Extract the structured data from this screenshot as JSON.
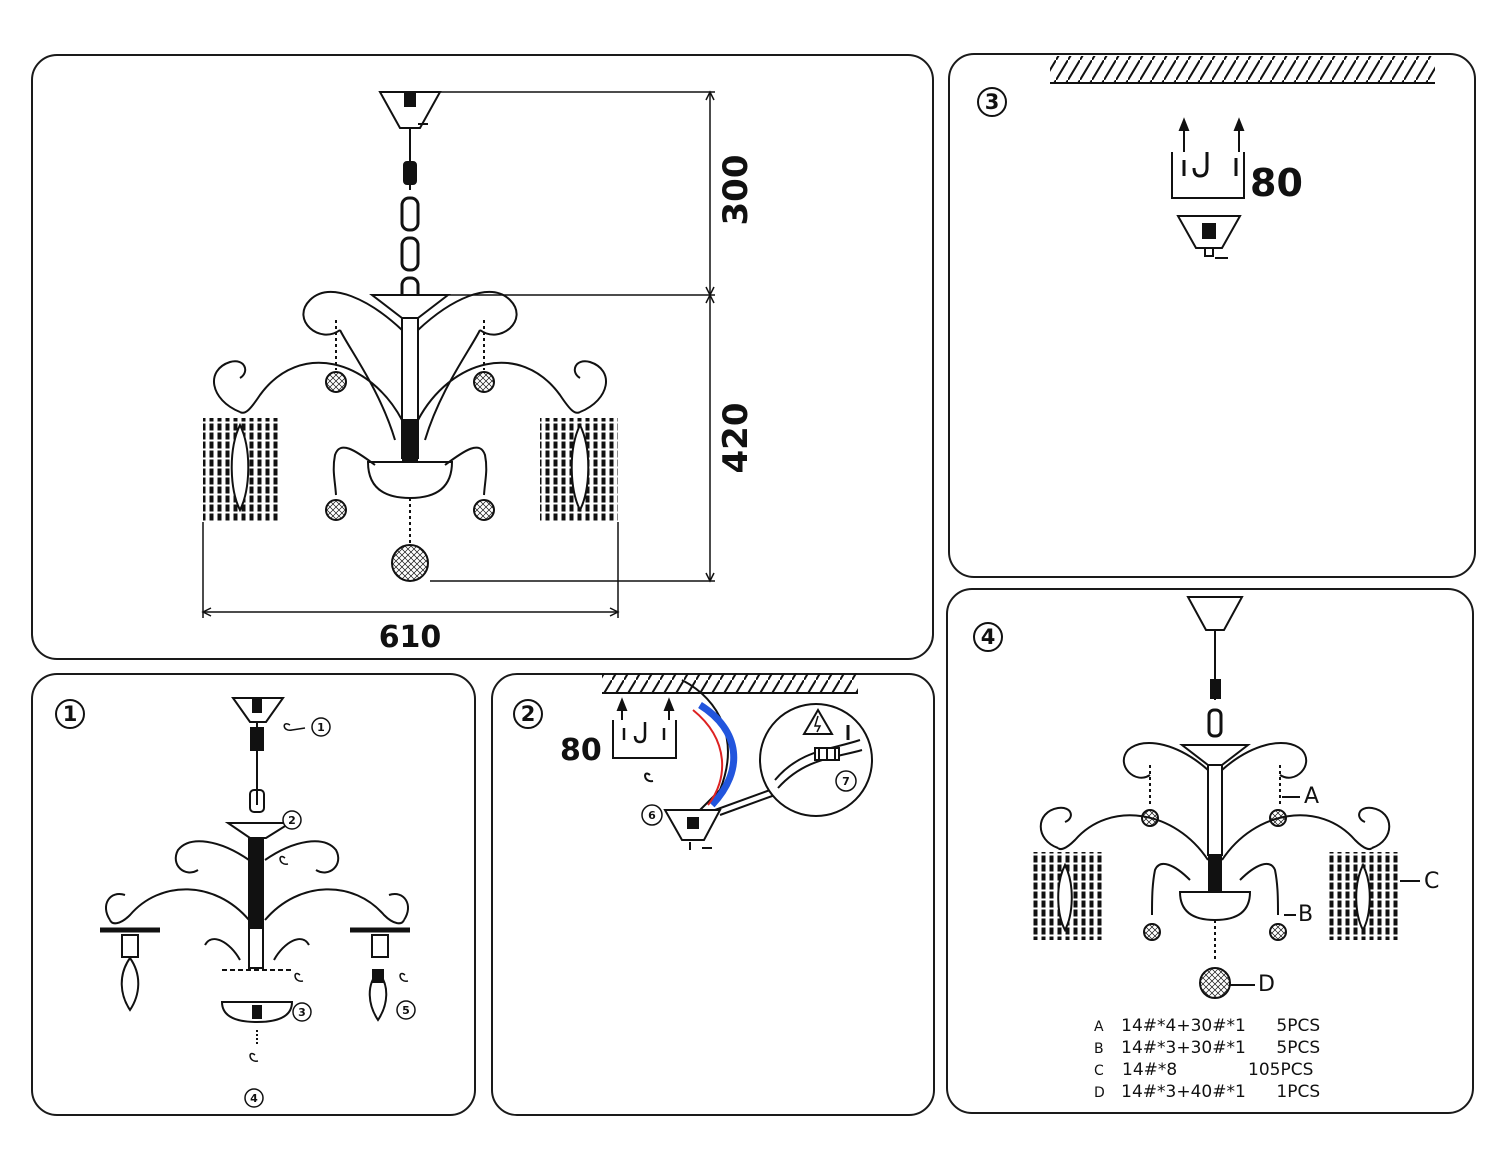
{
  "main_panel": {
    "dimensions": {
      "height_top": "300",
      "height_body": "420",
      "width": "610"
    }
  },
  "steps": {
    "step1": {
      "badge": "1",
      "substeps": [
        "1",
        "2",
        "3",
        "4",
        "5"
      ]
    },
    "step2": {
      "badge": "2",
      "depth": "80",
      "substeps": [
        "6",
        "7"
      ]
    },
    "step3": {
      "badge": "3",
      "depth": "80"
    },
    "step4": {
      "badge": "4",
      "callouts": [
        "A",
        "B",
        "C",
        "D"
      ]
    }
  },
  "parts_list": [
    {
      "letter": "A",
      "spec": "14#*4+30#*1",
      "qty": "5PCS"
    },
    {
      "letter": "B",
      "spec": "14#*3+30#*1",
      "qty": "5PCS"
    },
    {
      "letter": "C",
      "spec": "14#*8",
      "qty": "105PCS"
    },
    {
      "letter": "D",
      "spec": "14#*3+40#*1",
      "qty": "1PCS"
    }
  ],
  "icons": [
    "rotate-arrow-icon",
    "warning-electric-icon",
    "screw-icon",
    "ceiling-hatch-icon"
  ],
  "colors": {
    "line": "#111111",
    "wire_blue": "#2255dd",
    "wire_red": "#dd2222"
  }
}
